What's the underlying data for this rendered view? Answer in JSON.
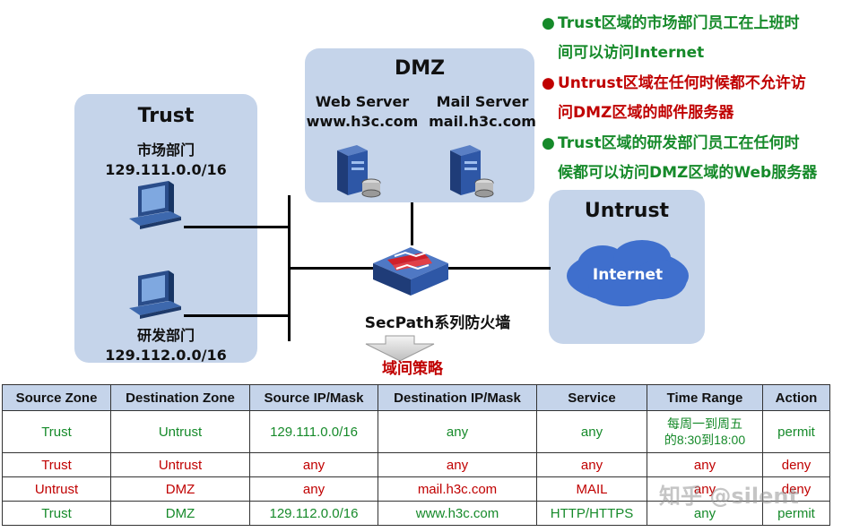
{
  "zones": {
    "trust": {
      "title": "Trust",
      "dept1_name": "市场部门",
      "dept1_net": "129.111.0.0/16",
      "dept2_name": "研发部门",
      "dept2_net": "129.112.0.0/16"
    },
    "dmz": {
      "title": "DMZ",
      "web_label": "Web Server",
      "web_host": "www.h3c.com",
      "mail_label": "Mail Server",
      "mail_host": "mail.h3c.com"
    },
    "untrust": {
      "title": "Untrust",
      "cloud": "Internet"
    }
  },
  "firewall": {
    "label": "SecPath系列防火墙"
  },
  "policy_label": "域间策略",
  "notes": [
    {
      "text": "Trust区域的市场部门员工在上班时间可以访问Internet",
      "line1": "Trust区域的市场部门员工在上班时",
      "line2": "间可以访问Internet",
      "color": "#168a2a"
    },
    {
      "text": "Untrust区域在任何时候都不允许访问DMZ区域的邮件服务器",
      "line1": "Untrust区域在任何时候都不允许访",
      "line2": "问DMZ区域的邮件服务器",
      "color": "#c00000"
    },
    {
      "text": "Trust区域的研发部门员工在任何时候都可以访问DMZ区域的Web服务器",
      "line1": "Trust区域的研发部门员工在任何时",
      "line2": "候都可以访问DMZ区域的Web服务器",
      "color": "#168a2a"
    }
  ],
  "table": {
    "headers": [
      "Source Zone",
      "Destination Zone",
      "Source IP/Mask",
      "Destination IP/Mask",
      "Service",
      "Time Range",
      "Action"
    ],
    "rows": [
      {
        "src_zone": "Trust",
        "dst_zone": "Untrust",
        "src_ip": "129.111.0.0/16",
        "dst_ip": "any",
        "service": "any",
        "time_line1": "每周一到周五",
        "time_line2": "的8:30到18:00",
        "action": "permit"
      },
      {
        "src_zone": "Trust",
        "dst_zone": "Untrust",
        "src_ip": "any",
        "dst_ip": "any",
        "service": "any",
        "time": "any",
        "action": "deny"
      },
      {
        "src_zone": "Untrust",
        "dst_zone": "DMZ",
        "src_ip": "any",
        "dst_ip": "mail.h3c.com",
        "service": "MAIL",
        "time": "any",
        "action": "deny"
      },
      {
        "src_zone": "Trust",
        "dst_zone": "DMZ",
        "src_ip": "129.112.0.0/16",
        "dst_ip": "www.h3c.com",
        "service": "HTTP/HTTPS",
        "time": "any",
        "action": "permit"
      }
    ]
  },
  "watermark": "知乎 @silent",
  "colors": {
    "zone_bg": "#c5d4ea",
    "green": "#168a2a",
    "red": "#c00000"
  }
}
